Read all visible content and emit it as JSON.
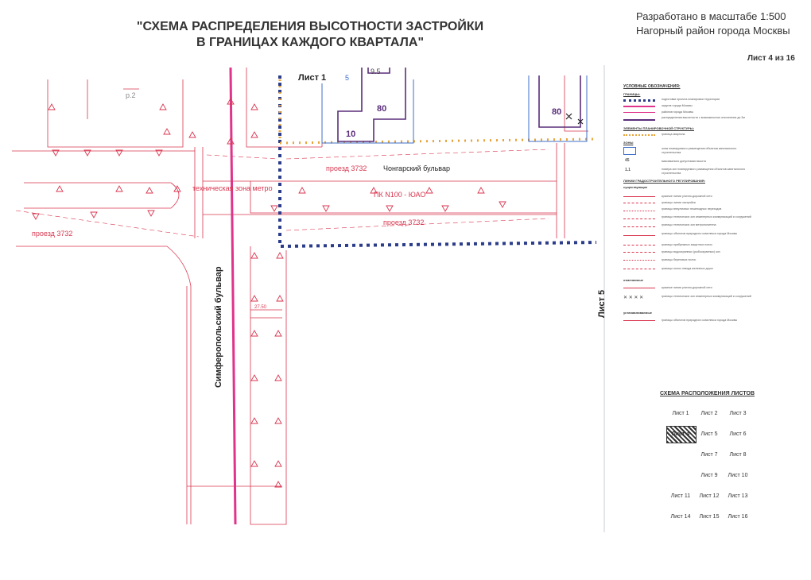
{
  "header": {
    "title_line1": "\"СХЕМА РАСПРЕДЕЛЕНИЯ ВЫСОТНОСТИ ЗАСТРОЙКИ",
    "title_line2": "В ГРАНИЦАХ КАЖДОГО КВАРТАЛА\"",
    "scale_line1": "Разработано в масштабе 1:500",
    "scale_line2": "Нагорный район города Москвы",
    "sheet_number": "Лист 4 из 16"
  },
  "map": {
    "sheet_label_top": "Лист 1",
    "sheet_label_right": "Лист 5",
    "street_boulevard_h": "Чонгарский бульвар",
    "street_boulevard_v": "Симферопольский бульвар",
    "drive_label_1": "проезд 3732",
    "drive_label_2": "проезд 3732",
    "drive_label_3": "проезд 3732",
    "metro_zone_label": "техническая зона метро",
    "metro_line_label": "ПК N100 - ЮАО",
    "building_heights": [
      "80",
      "10",
      "80",
      "5"
    ],
    "small_labels": [
      "р.2",
      "9.5",
      "27.50"
    ],
    "colors": {
      "red": "#d9364f",
      "magenta": "#e0338a",
      "navy": "#2b3c8a",
      "orange": "#e8a33a",
      "purple": "#5a2e7a",
      "blue": "#3d6fc9",
      "gray": "#9aa3b0"
    }
  },
  "legend": {
    "title": "УСЛОВНЫЕ ОБОЗНАЧЕНИЯ:",
    "section_borders": "ГРАНИЦЫ:",
    "items_borders": [
      "подготовки проекта планировки территории",
      "округов города Москвы",
      "районов города Москвы",
      "распределения высотности с возможностью отклонения до 3м"
    ],
    "section_planning": "ЭЛЕМЕНТЫ ПЛАНИРОВОЧНОЙ СТРУКТУРЫ:",
    "item_quarter": "граница квартала",
    "section_zones": "ЗОНЫ",
    "item_zone": "зоны планируемого размещения объектов капитального строительства",
    "item_height_value": "45",
    "item_height": "максимально допустимая высота",
    "item_zone_no_value": "1.1",
    "item_zone_no": "номера зон планируемого размещения объектов капитального строительства",
    "section_red_lines": "ЛИНИИ ГРАДОСТРОИТЕЛЬНОГО РЕГУЛИРОВАНИЯ:",
    "section_existing": "существующие",
    "items_existing": [
      "красные линии улично-дорожной сети",
      "границы линии застройки",
      "границы внеуличных пешеходных переходов",
      "границы технических зон инженерных коммуникаций и сооружений",
      "границы технических зон метрополитена",
      "границы объектов природного комплекса города Москвы",
      "границы прибрежных защитных полос",
      "границы водоохранных (рыбоохранных) зон",
      "границы береговых полос",
      "границы полос отвода железных дорог"
    ],
    "section_cancelled": "отменяемые",
    "items_cancelled": [
      "красные линии улично-дорожной сети",
      "границы технических зон инженерных коммуникаций и сооружений"
    ],
    "section_established": "устанавливаемые",
    "items_established": [
      "границы объектов природного комплекса города Москвы"
    ]
  },
  "sheet_scheme": {
    "title": "СХЕМА РАСПОЛОЖЕНИЯ ЛИСТОВ",
    "rows": [
      [
        "Лист 1",
        "Лист 2",
        "Лист 3"
      ],
      [
        "Лист 4",
        "Лист 5",
        "Лист 6"
      ],
      [
        "",
        "Лист 7",
        "Лист 8"
      ],
      [
        "",
        "Лист 9",
        "Лист 10"
      ],
      [
        "Лист 11",
        "Лист 12",
        "Лист 13"
      ],
      [
        "Лист 14",
        "Лист 15",
        "Лист 16"
      ]
    ]
  }
}
